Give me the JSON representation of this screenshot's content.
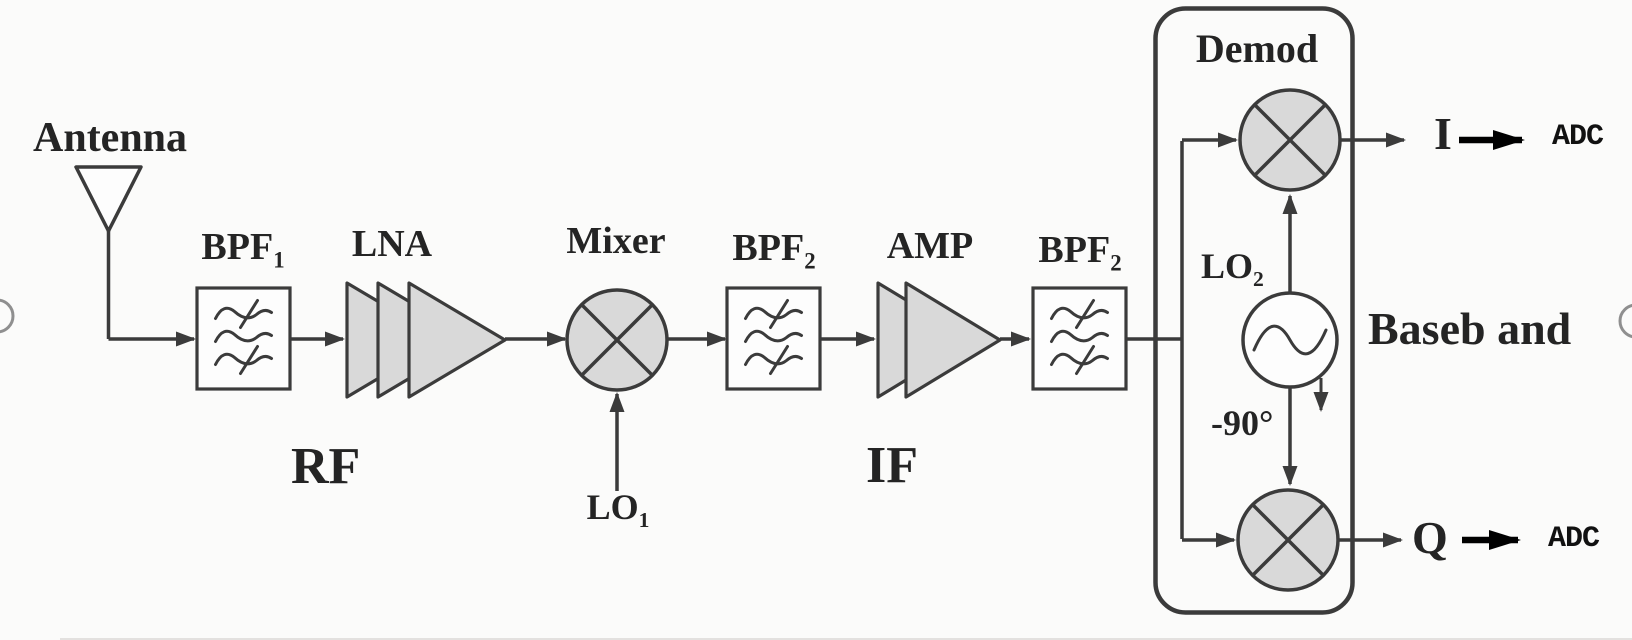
{
  "diagram": {
    "antenna": {
      "label": "Antenna"
    },
    "bpf1": {
      "label_base": "BPF",
      "label_sub": "1"
    },
    "lna": {
      "label": "LNA"
    },
    "stage_rf": {
      "label": "RF"
    },
    "mixer1": {
      "label": "Mixer"
    },
    "lo1": {
      "label_base": "LO",
      "label_sub": "1"
    },
    "bpf2a": {
      "label_base": "BPF",
      "label_sub": "2"
    },
    "amp": {
      "label": "AMP"
    },
    "stage_if": {
      "label": "IF"
    },
    "bpf2b": {
      "label_base": "BPF",
      "label_sub": "2"
    },
    "demod": {
      "label": "Demod"
    },
    "lo2": {
      "label_base": "LO",
      "label_sub": "2"
    },
    "phase_shift": {
      "label": "-90°"
    },
    "baseband": {
      "label": "Baseb and"
    },
    "i_output": {
      "label": "I",
      "adc_label": "ADC"
    },
    "q_output": {
      "label": "Q",
      "adc_label": "ADC"
    }
  },
  "colors": {
    "line": "#3b3b3b",
    "component_fill": "#d9d9d9",
    "box_fill": "#fdfdfd",
    "adc_arrow": "#000000",
    "background": "#fbfbfa",
    "edge_mark": "#8f8f8f"
  }
}
